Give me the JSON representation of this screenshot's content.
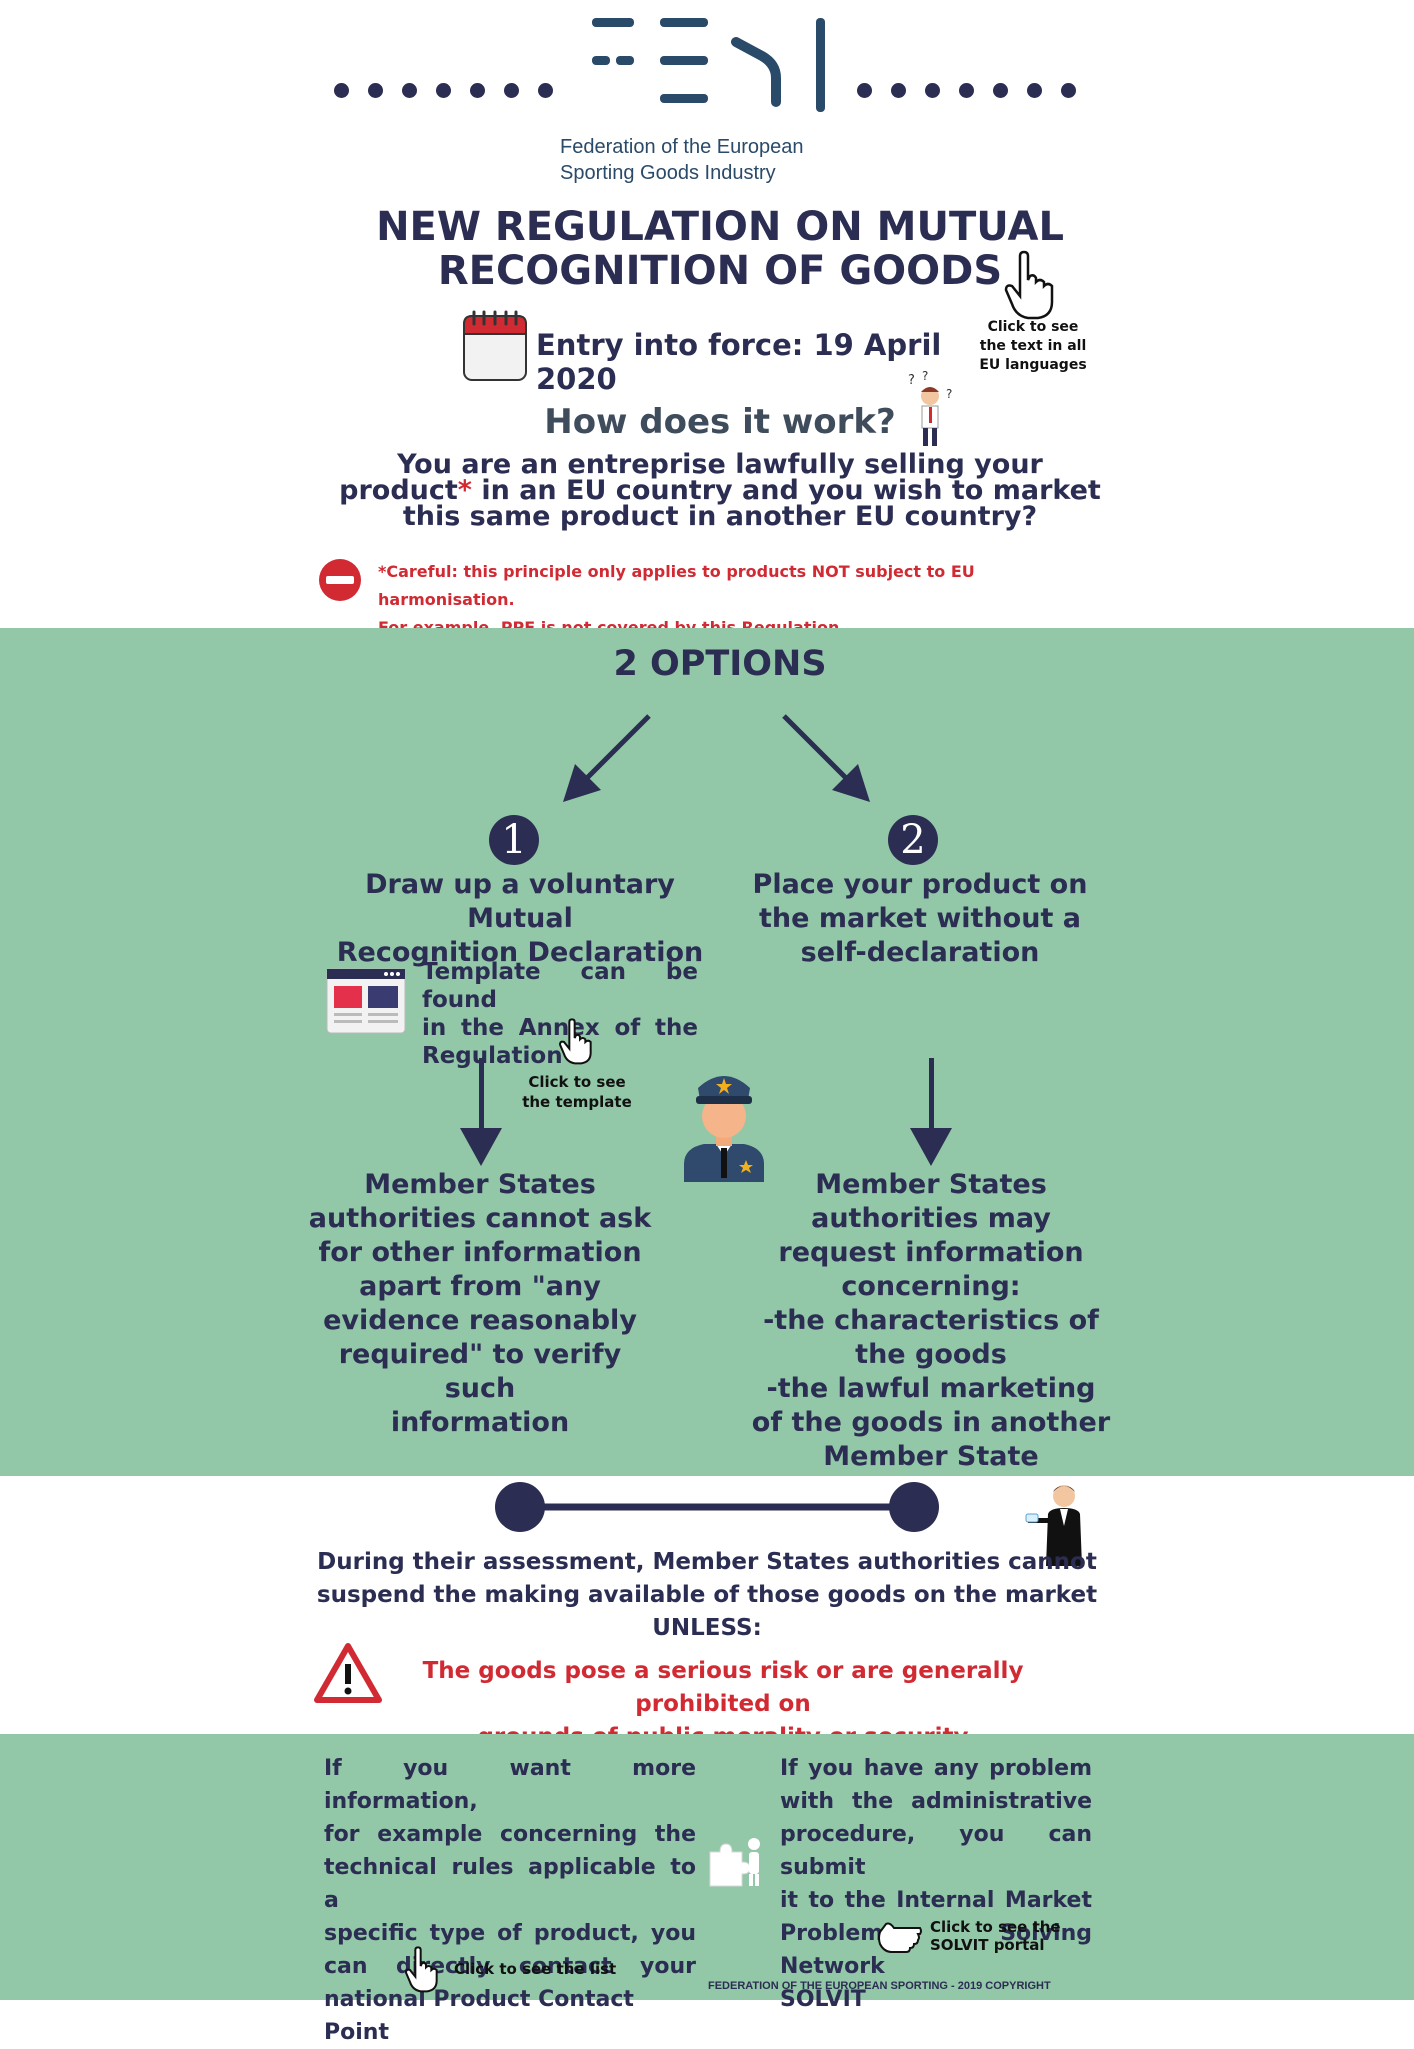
{
  "header": {
    "org_name_line1": "Federation of the European",
    "org_name_line2": "Sporting Goods Industry",
    "title_line1": "NEW REGULATION ON MUTUAL",
    "title_line2": "RECOGNITION OF GOODS",
    "click_languages": [
      "Click to see",
      "the text in all",
      "EU languages"
    ],
    "entry_into_force": "Entry into force: 19 April 2020"
  },
  "intro": {
    "how_title": "How does it work?",
    "question_line1": "You are an entreprise lawfully selling your",
    "question_line2_a": "product",
    "question_star": "*",
    "question_line2_b": " in an EU country and you wish to market",
    "question_line3": "this same product in another EU country?",
    "careful_line1": "*Careful: this principle only applies to products NOT subject to EU harmonisation.",
    "careful_line2": "For example, PPE is not covered by this Regulation."
  },
  "options": {
    "title": "2 OPTIONS",
    "option1": {
      "number": "1",
      "title_line1": "Draw up a voluntary Mutual",
      "title_line2": "Recognition Declaration",
      "template_line1": "Template can be found",
      "template_line2": "in the Annex of the",
      "template_line3": "Regulation",
      "click_template_line1": "Click to see",
      "click_template_line2": "the template",
      "result": [
        "Member States",
        "authorities cannot ask",
        "for other information",
        "apart from \"any",
        "evidence reasonably",
        "required\" to verify such",
        "information"
      ]
    },
    "option2": {
      "number": "2",
      "title_line1": "Place your product on",
      "title_line2": "the market without a",
      "title_line3": "self-declaration",
      "result": [
        "Member States",
        "authorities may",
        "request information",
        "concerning:",
        "-the characteristics of",
        "the goods",
        "-the lawful marketing",
        "of the goods in another",
        "Member State"
      ]
    }
  },
  "assessment": {
    "line1": "During their assessment, Member States authorities cannot",
    "line2": "suspend the making available of those goods on the market",
    "line3": "UNLESS:",
    "risk_line1": "The goods pose a serious risk or are generally prohibited on",
    "risk_line2": "grounds of public morality or security"
  },
  "footer": {
    "left": [
      "If you want more information,",
      "for example concerning the",
      "technical rules applicable to a",
      "specific type of product, you",
      "can directly contact your",
      "national Product Contact Point"
    ],
    "click_list": "Click to see the list",
    "right": [
      "If you have any problem",
      "with the administrative",
      "procedure, you can submit",
      "it to the Internal Market",
      "Problem Solving Network",
      "SOLVIT"
    ],
    "click_solvit_line1": "Click to see the",
    "click_solvit_line2": "SOLVIT portal",
    "copyright": "FEDERATION OF THE EUROPEAN SPORTING - 2019 COPYRIGHT"
  },
  "colors": {
    "navy": "#2b2d52",
    "green": "#92c7a7",
    "red": "#d12a33",
    "logo_blue": "#2a4a6a"
  },
  "icons": [
    "fesi-logo",
    "hand-pointer-icon",
    "calendar-icon",
    "confused-person-icon",
    "no-entry-icon",
    "arrow-down-left-icon",
    "arrow-down-right-icon",
    "document-template-icon",
    "police-officer-icon",
    "arrow-down-icon",
    "businessman-icon",
    "warning-triangle-icon",
    "puzzle-person-icon"
  ]
}
